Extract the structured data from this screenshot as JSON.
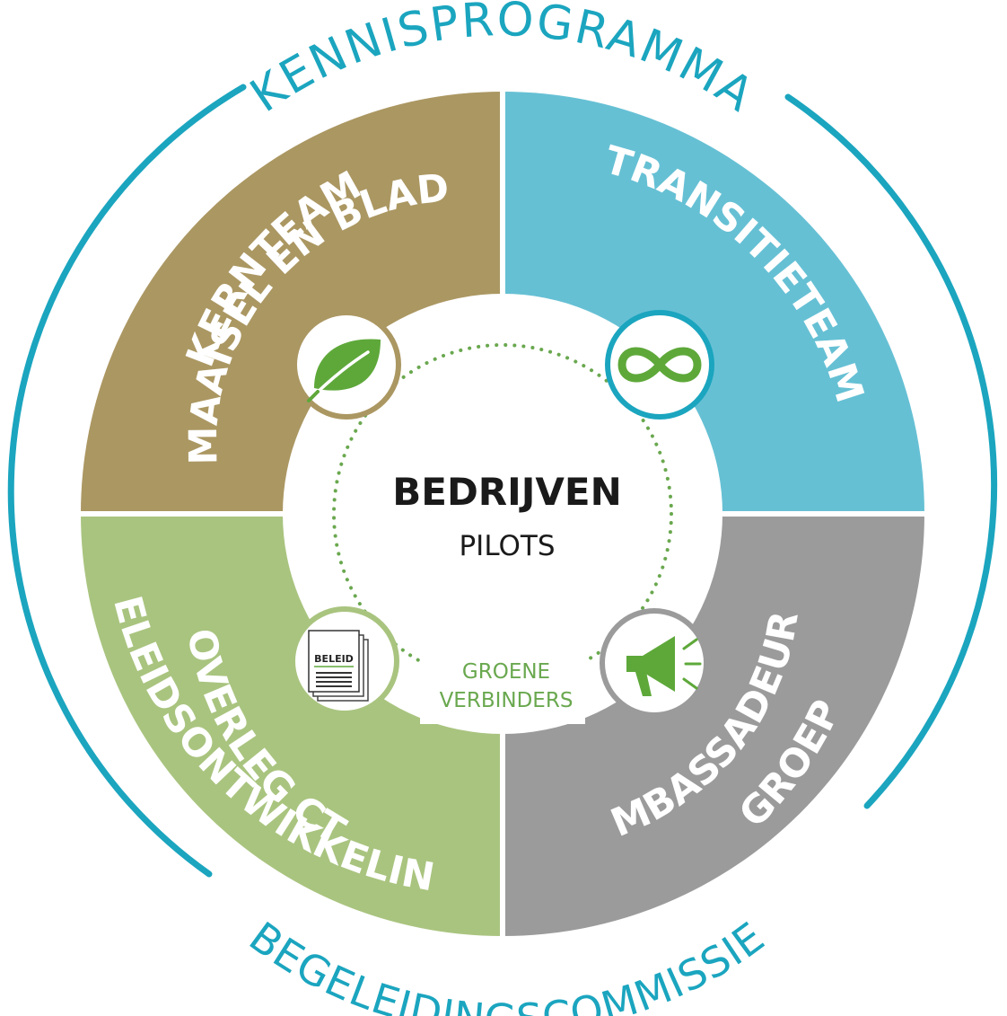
{
  "outer_ring": {
    "top_label": "KENNISPROGRAMMA",
    "bottom_label": "BEGELEIDINGSCOMMISSIE",
    "color": "#1ba5bf"
  },
  "quadrants": {
    "top_left": {
      "line1": "KERNTEAM",
      "line2": "MAAISEL EN BLAD",
      "color": "#ab9762",
      "icon": "leaf-icon"
    },
    "top_right": {
      "line1": "TRANSITIETEAM",
      "color": "#66c0d4",
      "icon": "infinity-icon"
    },
    "bottom_left": {
      "line1": "OVERLEG CT",
      "line2": "BELEIDSONTWIKKELING",
      "color": "#a9c47f",
      "icon": "policy-document-icon"
    },
    "bottom_right": {
      "line1": "AMBASSADEURS-",
      "line2": "GROEP",
      "color": "#9b9b9b",
      "icon": "megaphone-icon"
    }
  },
  "center": {
    "title": "BEDRIJVEN",
    "subtitle": "PILOTS",
    "connector_line1": "GROENE",
    "connector_line2": "VERBINDERS",
    "connector_color": "#6aa84f"
  },
  "document_icon_label": "BELEID",
  "text_color_on_quadrants": "#ffffff",
  "icon_green": "#5ea83a"
}
